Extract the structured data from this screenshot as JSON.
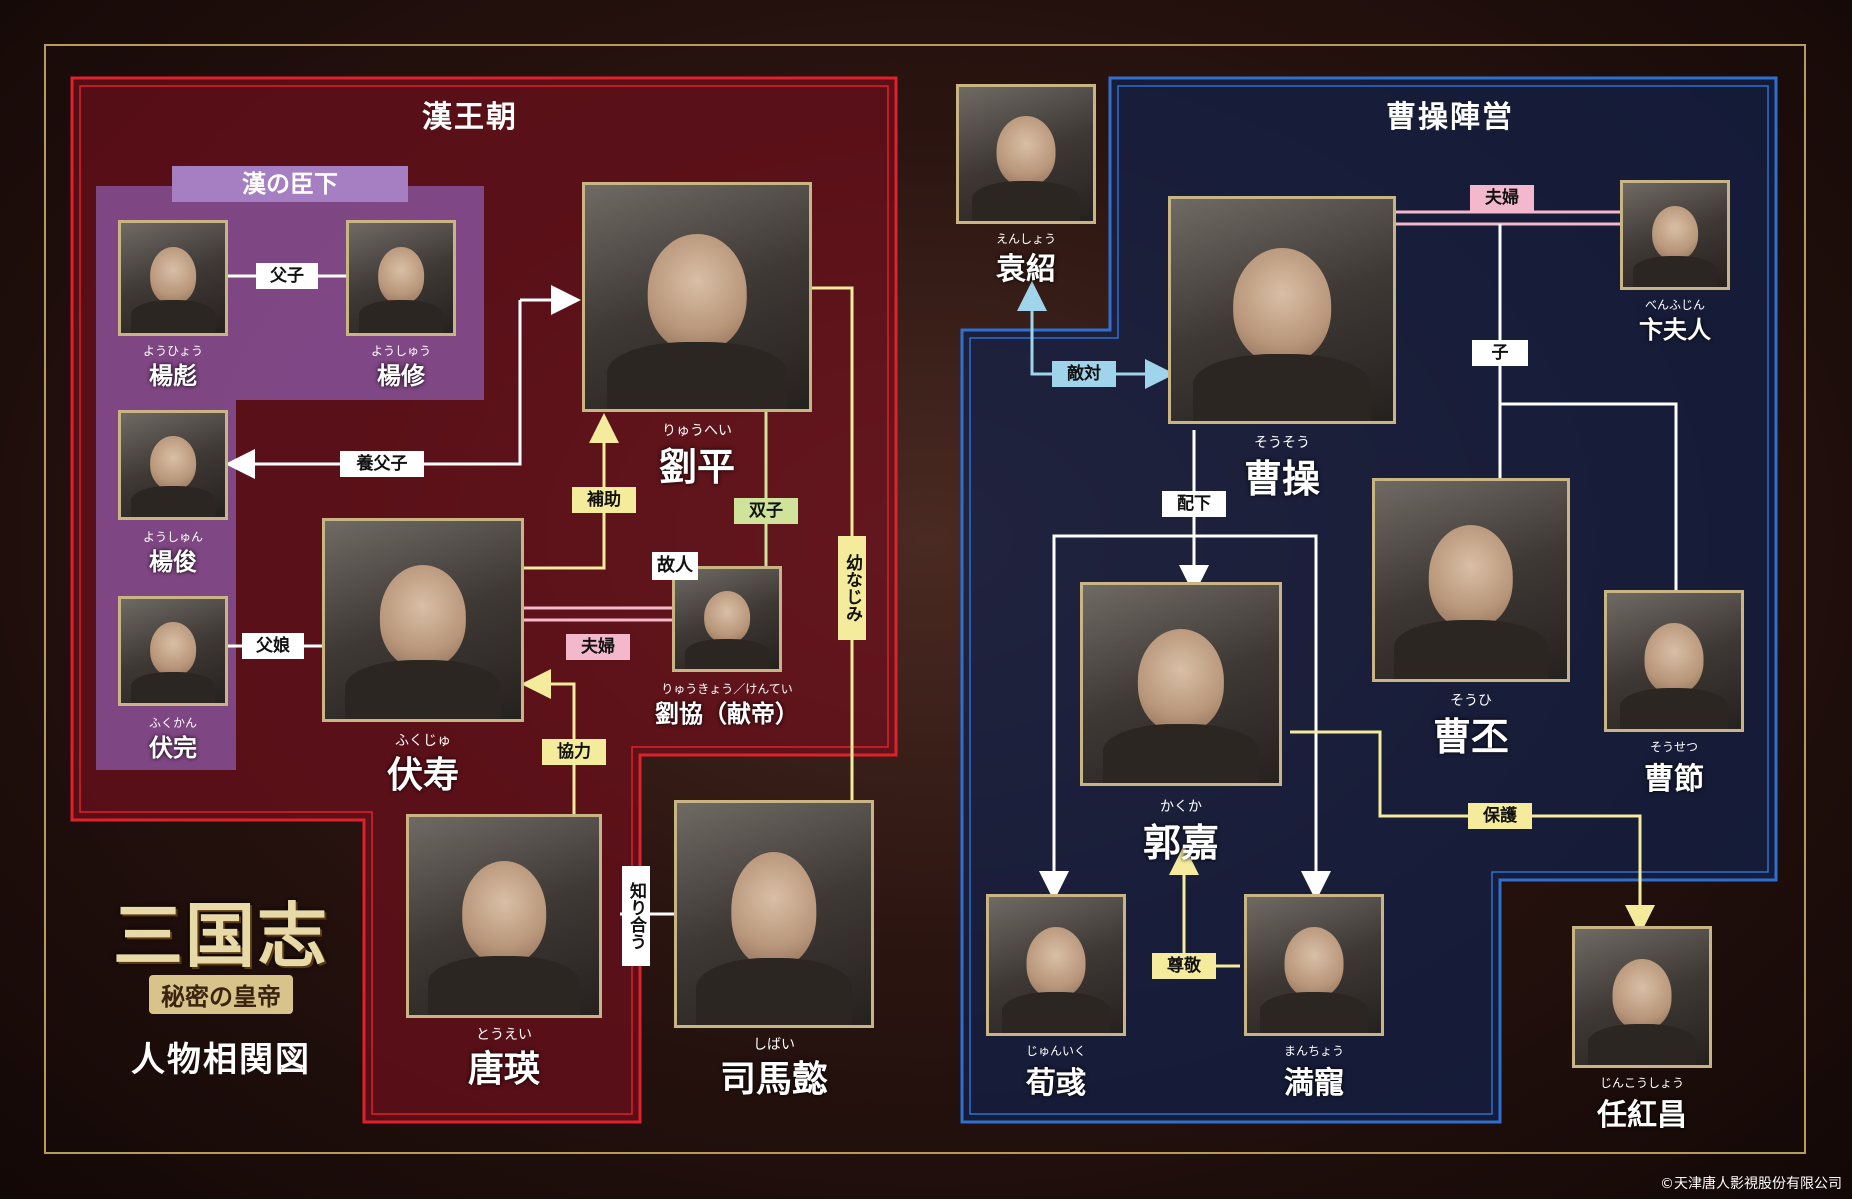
{
  "panels": {
    "han": {
      "title": "漢王朝",
      "border_color": "#e0202a",
      "fill_color": "#6a0f1a"
    },
    "cao": {
      "title": "曹操陣営",
      "border_color": "#2e6fd0",
      "fill_color": "#12214a"
    }
  },
  "han_ministers_label": "漢の臣下",
  "characters": {
    "yanbiao": {
      "ruby": "ようひょう",
      "name": "楊彪"
    },
    "yangxiu": {
      "ruby": "ようしゅう",
      "name": "楊修"
    },
    "yangjun": {
      "ruby": "ようしゅん",
      "name": "楊俊"
    },
    "fuwan": {
      "ruby": "ふくかん",
      "name": "伏完"
    },
    "fushou": {
      "ruby": "ふくじゅ",
      "name": "伏寿"
    },
    "liuping": {
      "ruby": "りゅうへい",
      "name": "劉平"
    },
    "liuxie": {
      "ruby": "りゅうきょう／けんてい",
      "name": "劉協（献帝）",
      "badge": "故人"
    },
    "tangying": {
      "ruby": "とうえい",
      "name": "唐瑛"
    },
    "simayi": {
      "ruby": "しばい",
      "name": "司馬懿"
    },
    "yuanshao": {
      "ruby": "えんしょう",
      "name": "袁紹"
    },
    "caocao": {
      "ruby": "そうそう",
      "name": "曹操"
    },
    "bianfuren": {
      "ruby": "べんふじん",
      "name": "卞夫人"
    },
    "caopi": {
      "ruby": "そうひ",
      "name": "曹丕"
    },
    "caojie": {
      "ruby": "そうせつ",
      "name": "曹節"
    },
    "guojia": {
      "ruby": "かくか",
      "name": "郭嘉"
    },
    "xunyu": {
      "ruby": "じゅんいく",
      "name": "荀彧"
    },
    "manchong": {
      "ruby": "まんちょう",
      "name": "満寵"
    },
    "renhongchang": {
      "ruby": "じんこうしょう",
      "name": "任紅昌"
    }
  },
  "relations": {
    "fushi": "父子",
    "youfushi": "養父子",
    "fujou": "父娘",
    "hojo": "補助",
    "futago": "双子",
    "fufu_han": "夫婦",
    "kyoryoku": "協力",
    "osananajimi": "幼なじみ",
    "shiriau": "知り合う",
    "tekitai": "敵対",
    "fufu_cao": "夫婦",
    "ko": "子",
    "haika": "配下",
    "hogo": "保護",
    "sonkei": "尊敬"
  },
  "logo": {
    "main": "三国志",
    "sub": "秘密の皇帝",
    "title": "人物相関図"
  },
  "copyright": "©天津唐人影視股份有限公司",
  "colors": {
    "gold": "#c9b583",
    "line_white": "#ffffff",
    "line_yellow": "#f4ec9c",
    "line_pink": "#f4b8cc",
    "line_blue": "#9fd4ea",
    "line_green": "#cfe49a"
  }
}
